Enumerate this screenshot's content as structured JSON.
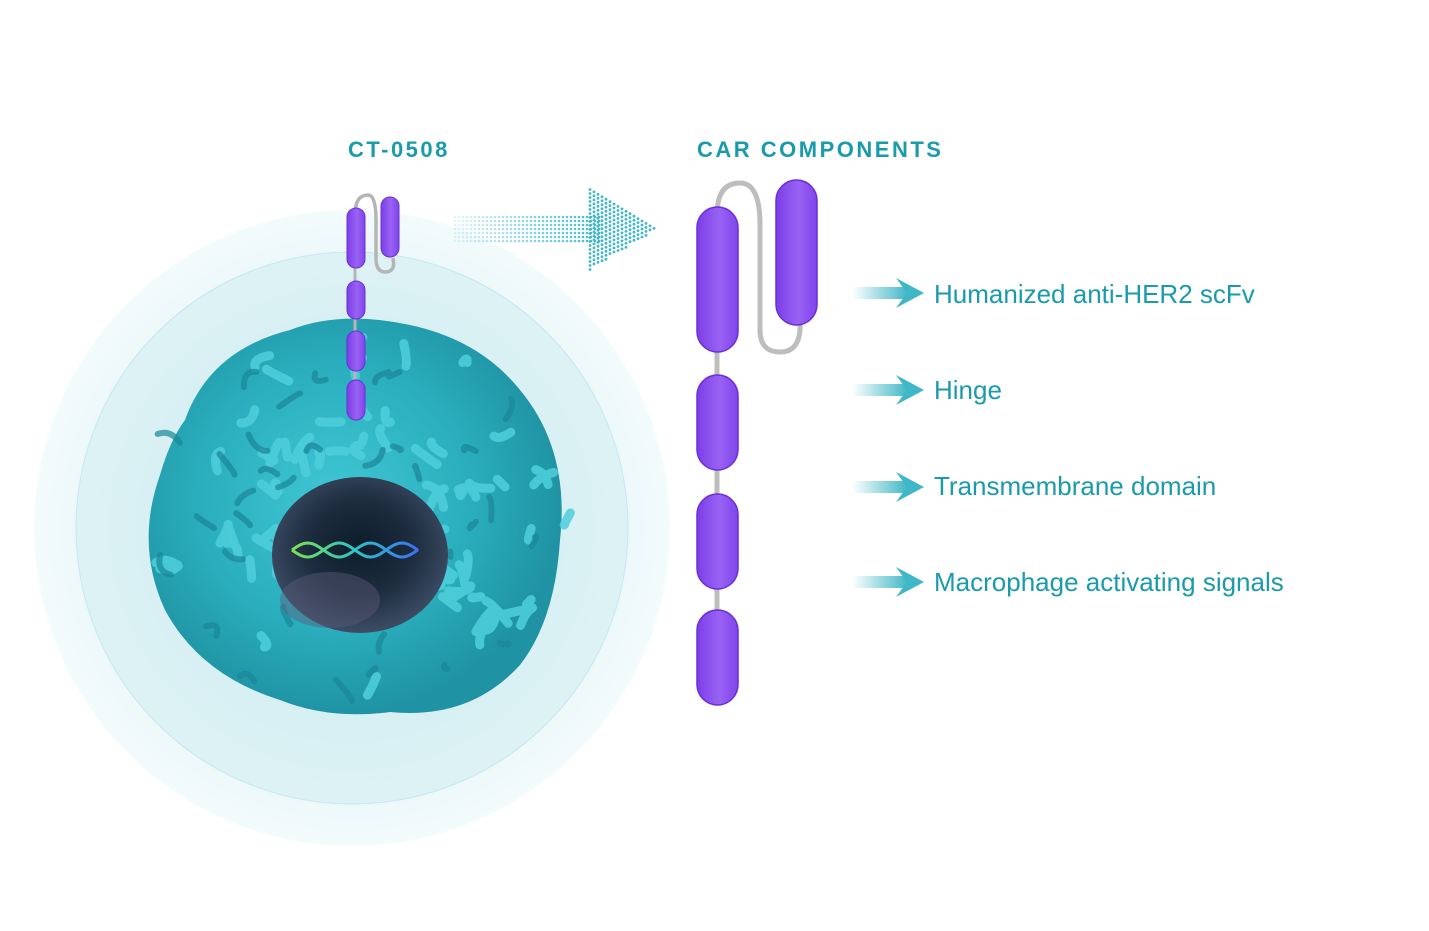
{
  "headings": {
    "product": "CT-0508",
    "components": "CAR COMPONENTS"
  },
  "components": [
    {
      "label": "Humanized anti-HER2 scFv"
    },
    {
      "label": "Hinge"
    },
    {
      "label": "Transmembrane domain"
    },
    {
      "label": "Macrophage activating signals"
    }
  ],
  "colors": {
    "teal_text": "#1a9bab",
    "segment_purple": "#8a4cf0",
    "segment_light": "#b58af7",
    "cell_teal": "#2fb3c2",
    "halo": "#e9f7f9",
    "linker_gray": "#b5b5b5"
  },
  "icons": {
    "arrow": "dotted-right-arrow-icon",
    "label_arrow": "chevron-arrow-icon",
    "dna": "dna-helix-icon"
  }
}
